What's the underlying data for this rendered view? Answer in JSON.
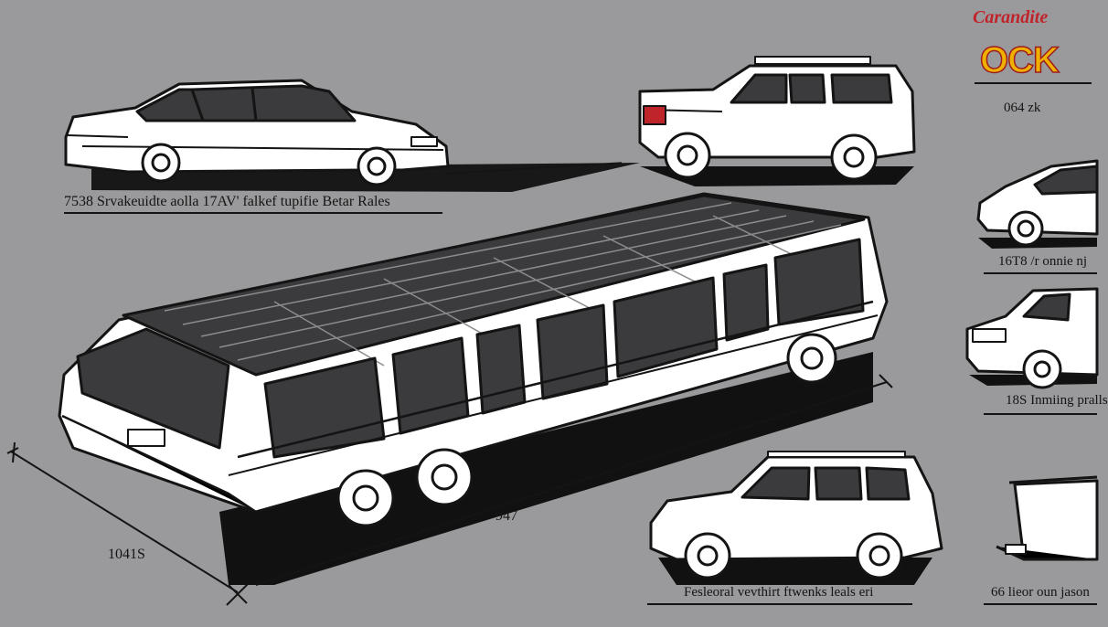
{
  "brand": {
    "script_text": "Carandite",
    "logo_text": "OCK",
    "sub_text": "064 zk"
  },
  "labels": {
    "top_left": "7538 Srvakeuidte aolla 17AV' falkef tupifie Betar Rales",
    "right_1": "16T8 /r onnie nj",
    "right_2": "18S Inmiing pralls",
    "dim_middle": "947",
    "dim_left": "1041S",
    "bottom_center": "Fesleoral vevthirt ftwenks leals eri",
    "bottom_right": "66 lieor oun jason"
  },
  "colors": {
    "background": "#9a9a9c",
    "outline": "#141414",
    "body": "#ffffff",
    "glass": "#3b3b3d",
    "brand_red": "#c0242b",
    "brand_gold": "#f0b000"
  },
  "vehicles": [
    "sedan",
    "suv",
    "long-van",
    "hatchback",
    "pickup",
    "suv",
    "trailer"
  ]
}
